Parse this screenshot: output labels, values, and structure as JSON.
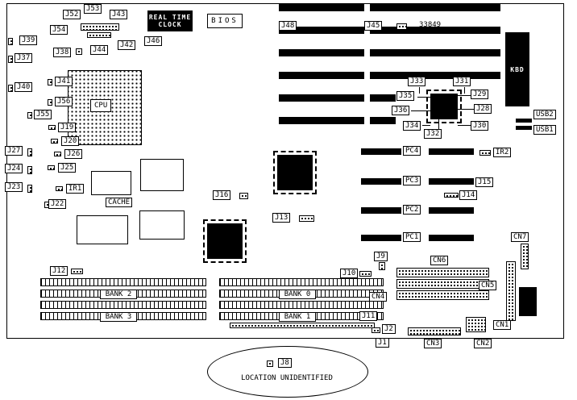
{
  "colors": {
    "line": "#000000",
    "background": "#ffffff",
    "fill": "#000000"
  },
  "labels": {
    "J52": "J52",
    "J53": "J53",
    "J43": "J43",
    "J54": "J54",
    "J44": "J44",
    "J42": "J42",
    "J46": "J46",
    "J38": "J38",
    "J39": "J39",
    "J37": "J37",
    "J41": "J41",
    "J40": "J40",
    "J56": "J56",
    "J55": "J55",
    "J19": "J19",
    "J20": "J20",
    "J26": "J26",
    "J27": "J27",
    "J24": "J24",
    "J25": "J25",
    "J23": "J23",
    "IR1": "IR1",
    "J22": "J22",
    "J48": "J48",
    "J45": "J45",
    "J33": "J33",
    "J31": "J31",
    "J35": "J35",
    "J29": "J29",
    "J36": "J36",
    "J28": "J28",
    "J34": "J34",
    "J30": "J30",
    "J32": "J32",
    "USB2": "USB2",
    "USB1": "USB1",
    "IR2": "IR2",
    "J15": "J15",
    "J14": "J14",
    "PC4": "PC4",
    "PC3": "PC3",
    "PC2": "PC2",
    "PC1": "PC1",
    "CN7": "CN7",
    "CN6": "CN6",
    "CN5": "CN5",
    "CN4": "CN4",
    "CN3": "CN3",
    "CN2": "CN2",
    "CN1": "CN1",
    "J16": "J16",
    "J13": "J13",
    "J12": "J12",
    "J9": "J9",
    "J10": "J10",
    "J11": "J11",
    "J2": "J2",
    "J1": "J1",
    "J8": "J8"
  },
  "components": {
    "rtc_line1": "REAL TIME",
    "rtc_line2": "CLOCK",
    "bios": "BIOS",
    "cpu": "CPU",
    "cache": "CACHE",
    "kbd": "KBD"
  },
  "memory": {
    "bank2": "BANK 2",
    "bank3": "BANK 3",
    "bank0": "BANK 0",
    "bank1": "BANK 1"
  },
  "annotations": {
    "part_number": "33849",
    "note": "LOCATION UNIDENTIFIED"
  }
}
